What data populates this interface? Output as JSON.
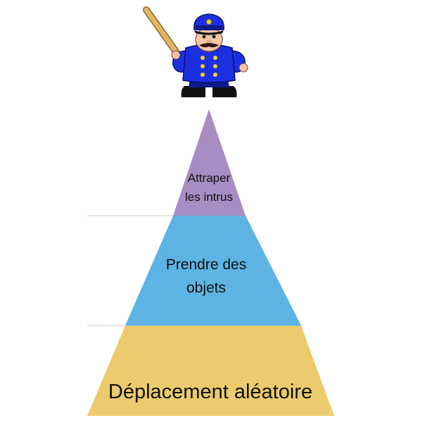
{
  "pyramid": {
    "tiers": [
      {
        "id": "top",
        "lines": [
          "Attraper",
          "les intrus"
        ],
        "color": "#A88CC4"
      },
      {
        "id": "middle",
        "lines": [
          "Prendre des",
          "objets"
        ],
        "color": "#5DB3E3"
      },
      {
        "id": "bottom",
        "lines": [
          "Déplacement aléatoire"
        ],
        "color": "#ECCB6E"
      }
    ],
    "divider_color": "#C8C8C8"
  },
  "mascot": {
    "icon": "police-officer-with-baton-icon",
    "uniform_color": "#1C2FE0",
    "button_color": "#F2D21E",
    "baton_color": "#E2B567"
  }
}
